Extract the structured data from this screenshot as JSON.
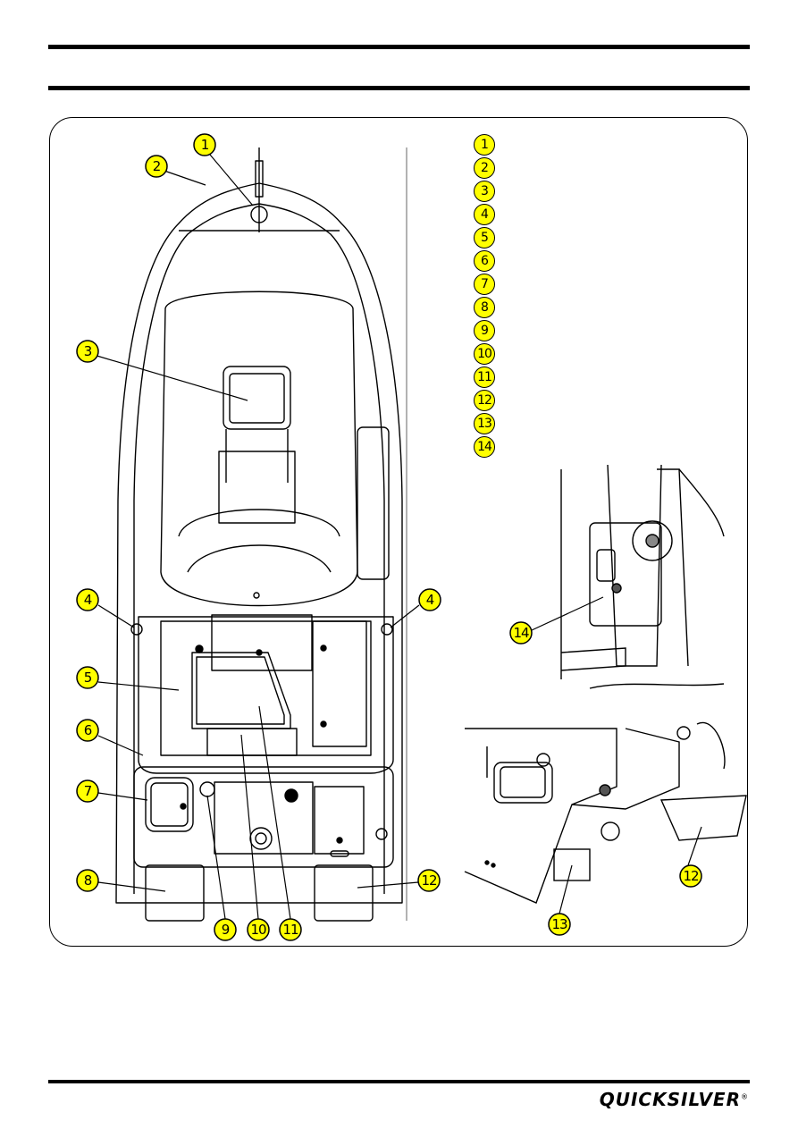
{
  "header": {
    "title": "",
    "section": ""
  },
  "legend": {
    "items": [
      {
        "number": "1",
        "label": ""
      },
      {
        "number": "2",
        "label": ""
      },
      {
        "number": "3",
        "label": ""
      },
      {
        "number": "4",
        "label": ""
      },
      {
        "number": "5",
        "label": ""
      },
      {
        "number": "6",
        "label": ""
      },
      {
        "number": "7",
        "label": ""
      },
      {
        "number": "8",
        "label": ""
      },
      {
        "number": "9",
        "label": ""
      },
      {
        "number": "10",
        "label": ""
      },
      {
        "number": "11",
        "label": ""
      },
      {
        "number": "12",
        "label": ""
      },
      {
        "number": "13",
        "label": ""
      },
      {
        "number": "14",
        "label": ""
      }
    ]
  },
  "callouts": {
    "n1": "1",
    "n2": "2",
    "n3": "3",
    "n4": "4",
    "n5": "5",
    "n6": "6",
    "n7": "7",
    "n8": "8",
    "n9": "9",
    "n10": "10",
    "n11": "11",
    "n12": "12",
    "n13": "13",
    "n14": "14"
  },
  "footer": {
    "brand": "QUICKSILVER",
    "trademark": "®"
  },
  "colors": {
    "callout_fill": "#ffff00",
    "line": "#000000",
    "page": "#ffffff"
  }
}
